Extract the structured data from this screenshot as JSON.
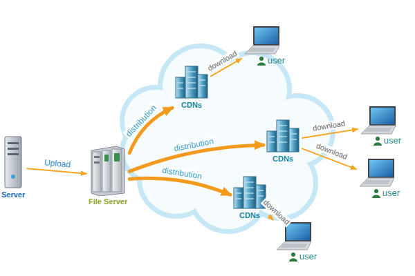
{
  "diagram": {
    "nodes": [
      {
        "text": [
          "Server"
        ]
      },
      {
        "text": [
          "File Server"
        ]
      },
      {
        "text": [
          "CDNs"
        ]
      },
      {
        "text": [
          "CDNs"
        ]
      },
      {
        "text": [
          "CDNs"
        ]
      },
      {
        "text": [
          "user"
        ]
      },
      {
        "text": [
          "user"
        ]
      },
      {
        "text": [
          "user"
        ]
      },
      {
        "text": [
          "user"
        ]
      }
    ],
    "edges": [
      {
        "from": 0,
        "to": 1,
        "arrow": "to",
        "label": "Upload"
      },
      {
        "from": 1,
        "to": 2,
        "arrow": "to",
        "label": "distribution"
      },
      {
        "from": 1,
        "to": 3,
        "arrow": "to",
        "label": "distribution"
      },
      {
        "from": 1,
        "to": 4,
        "arrow": "to",
        "label": "distribution"
      },
      {
        "from": 2,
        "to": 5,
        "arrow": "to",
        "label": "download"
      },
      {
        "from": 3,
        "to": 6,
        "arrow": "to",
        "label": "download"
      },
      {
        "from": 3,
        "to": 7,
        "arrow": "to",
        "label": "download"
      },
      {
        "from": 4,
        "to": 8,
        "arrow": "to",
        "label": "download"
      }
    ]
  }
}
